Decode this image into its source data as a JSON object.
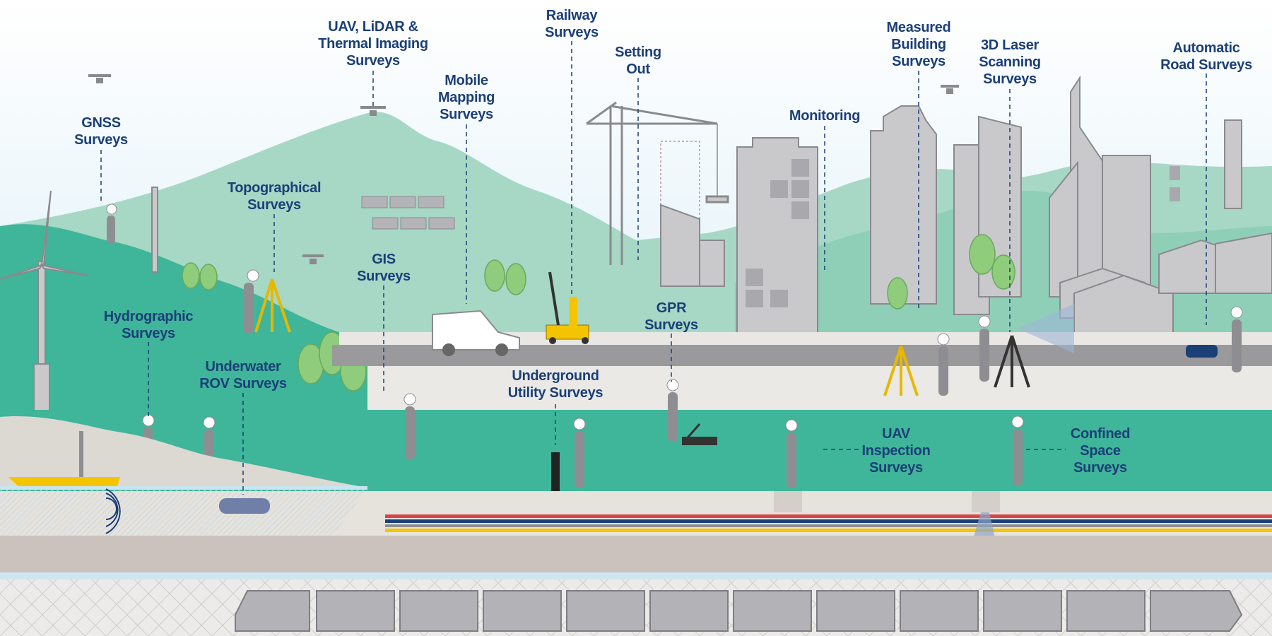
{
  "labels": {
    "gnss": [
      "GNSS",
      "Surveys"
    ],
    "uav_lidar": [
      "UAV, LiDAR &",
      "Thermal Imaging",
      "Surveys"
    ],
    "railway": [
      "Railway",
      "Surveys"
    ],
    "setting_out": [
      "Setting",
      "Out"
    ],
    "mobile_mapping": [
      "Mobile",
      "Mapping",
      "Surveys"
    ],
    "measured_building": [
      "Measured",
      "Building",
      "Surveys"
    ],
    "laser_scanning": [
      "3D Laser",
      "Scanning",
      "Surveys"
    ],
    "automatic_road": [
      "Automatic",
      "Road Surveys"
    ],
    "monitoring": [
      "Monitoring"
    ],
    "topographical": [
      "Topographical",
      "Surveys"
    ],
    "gis": [
      "GIS",
      "Surveys"
    ],
    "hydrographic": [
      "Hydrographic",
      "Surveys"
    ],
    "underwater_rov": [
      "Underwater",
      "ROV Surveys"
    ],
    "gpr": [
      "GPR",
      "Surveys"
    ],
    "underground_utility": [
      "Underground",
      "Utility Surveys"
    ],
    "uav_inspection": [
      "UAV",
      "Inspection",
      "Surveys"
    ],
    "confined_space": [
      "Confined",
      "Space",
      "Surveys"
    ]
  },
  "colors": {
    "label": "#1b3f77",
    "hill_light": "#a6d8c5",
    "hill_dark": "#3fb59a",
    "building": "#c9c9cc",
    "road": "#9a9a9c",
    "equipment": "#f5c400"
  }
}
